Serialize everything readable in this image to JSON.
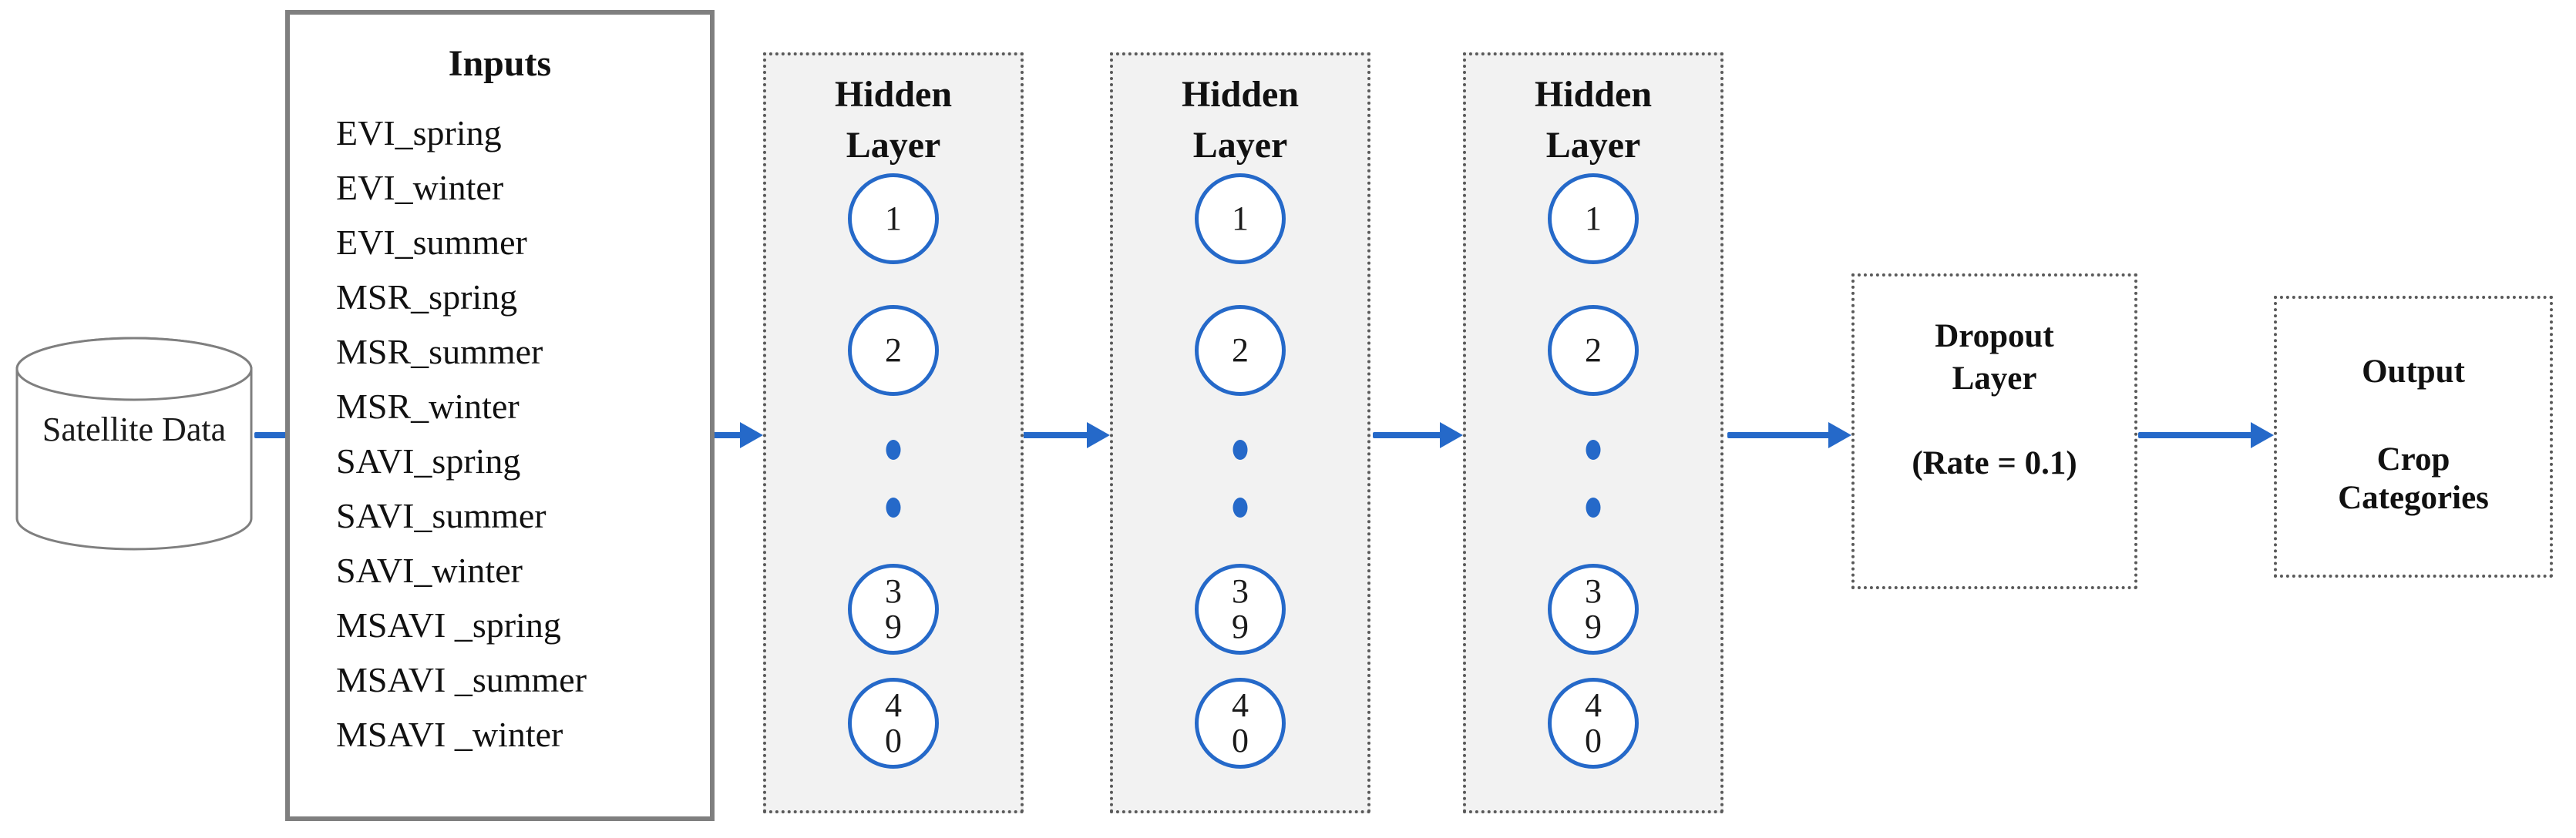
{
  "diagram": {
    "source": {
      "label": "Satellite Data",
      "icon": "database-cylinder-icon"
    },
    "inputs": {
      "title": "Inputs",
      "items": [
        "EVI_spring",
        "EVI_winter",
        "EVI_summer",
        "MSR_spring",
        "MSR_summer",
        "MSR_winter",
        "SAVI_spring",
        "SAVI_summer",
        "SAVI_winter",
        "MSAVI _spring",
        "MSAVI _summer",
        "MSAVI _winter"
      ]
    },
    "hidden_layers": [
      {
        "title": "Hidden Layer",
        "nodes": [
          {
            "type": "neuron",
            "label": "1"
          },
          {
            "type": "neuron",
            "label": "2"
          },
          {
            "type": "ellipsis-dot"
          },
          {
            "type": "ellipsis-dot"
          },
          {
            "type": "neuron",
            "label": "39"
          },
          {
            "type": "neuron",
            "label": "40"
          }
        ]
      },
      {
        "title": "Hidden Layer",
        "nodes": [
          {
            "type": "neuron",
            "label": "1"
          },
          {
            "type": "neuron",
            "label": "2"
          },
          {
            "type": "ellipsis-dot"
          },
          {
            "type": "ellipsis-dot"
          },
          {
            "type": "neuron",
            "label": "39"
          },
          {
            "type": "neuron",
            "label": "40"
          }
        ]
      },
      {
        "title": "Hidden Layer",
        "nodes": [
          {
            "type": "neuron",
            "label": "1"
          },
          {
            "type": "neuron",
            "label": "2"
          },
          {
            "type": "ellipsis-dot"
          },
          {
            "type": "ellipsis-dot"
          },
          {
            "type": "neuron",
            "label": "39"
          },
          {
            "type": "neuron",
            "label": "40"
          }
        ]
      }
    ],
    "dropout": {
      "title": "Dropout Layer",
      "rate_label": "(Rate = 0.1)"
    },
    "output": {
      "title": "Output",
      "subtitle": "Crop Categories"
    },
    "colors": {
      "accent_blue": "#2569C9",
      "hidden_layer_fill": "#F2F2F2",
      "solid_border_gray": "#7F7F7F",
      "dotted_border_gray": "#595959"
    }
  }
}
